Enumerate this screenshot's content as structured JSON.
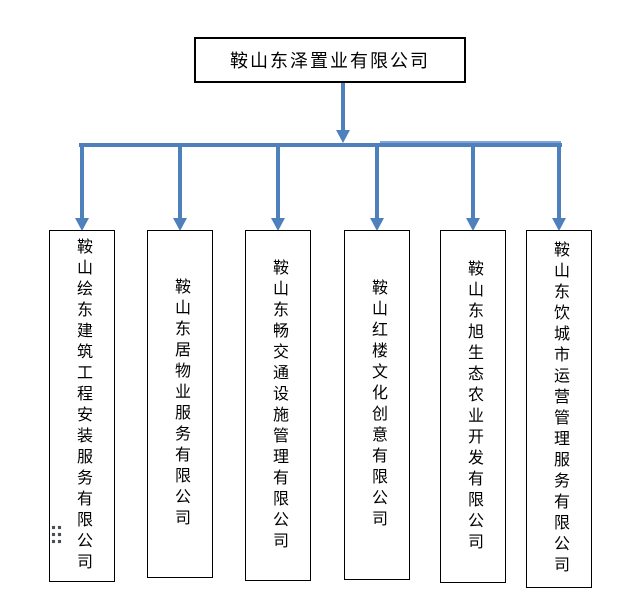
{
  "org_chart": {
    "root": {
      "name": "鞍山东泽置业有限公司"
    },
    "children": [
      {
        "name": "鞍山绘东建筑工程安装服务有限公司"
      },
      {
        "name": "鞍山东居物业服务有限公司"
      },
      {
        "name": "鞍山东畅交通设施管理有限公司"
      },
      {
        "name": "鞍山红楼文化创意有限公司"
      },
      {
        "name": "鞍山东旭生态农业开发有限公司"
      },
      {
        "name": "鞍山东饮城市运营管理服务有限公司"
      }
    ],
    "colors": {
      "connector_blue": "#4e81bc",
      "connector_light_overlap": "#7fa5d6",
      "box_border": "#000000",
      "background": "#ffffff",
      "drag_handle_dot": "#4a4f54"
    }
  }
}
